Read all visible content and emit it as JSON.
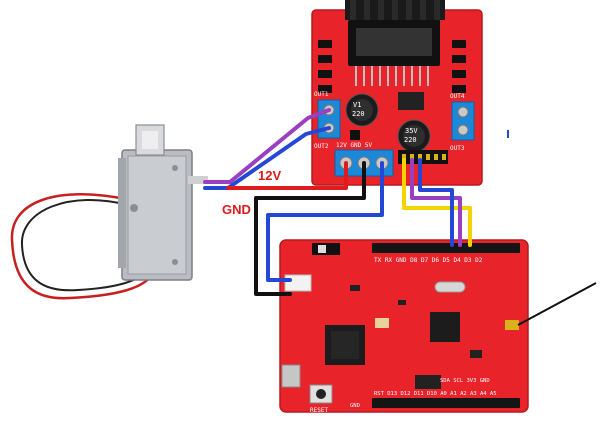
{
  "labels": {
    "wire_12v": "12V",
    "wire_gnd": "GND"
  },
  "driver": {
    "out_left_top": "OUT1",
    "out_left_bottom": "OUT2",
    "out_right_top": "OUT4",
    "out_right_bottom": "OUT3",
    "power_terminal": "12V GND 5V",
    "cap_text_1": "220",
    "cap_text_2": "35V",
    "cap_text_3": "V1"
  },
  "controller": {
    "header_top": "TX RX GND D8 D7 D6 D5 D4 D3 D2",
    "reset_label": "RESET",
    "gnd_label": "GND",
    "bottom_header": "RST D13 D12 D11 D10 A0 A1 A2 A3 A4 A5",
    "i2c_label": "SDA SCL 3V3 GND"
  },
  "colors": {
    "board_red": "#e8232a",
    "wire_red": "#e01b1b",
    "wire_black": "#111111",
    "wire_blue": "#2547d6",
    "wire_yellow": "#f3d400",
    "wire_purple": "#9a3fc2",
    "heatsink": "#1a1a1a",
    "terminal_blue": "#1e88d8",
    "lock_metal": "#b9bcc1"
  }
}
